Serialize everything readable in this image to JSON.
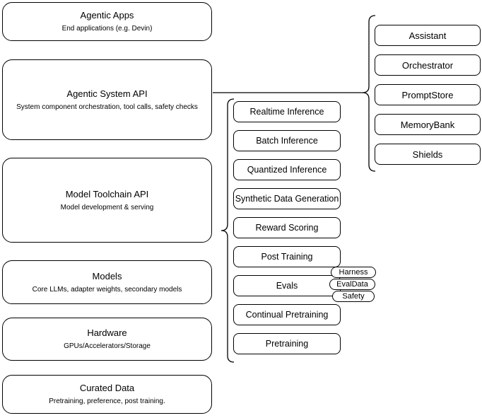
{
  "diagram": {
    "colors": {
      "stroke": "#000000",
      "background": "#ffffff"
    },
    "left_stack": [
      {
        "title": "Agentic Apps",
        "subtitle": "End applications (e.g. Devin)"
      },
      {
        "title": "Agentic System API",
        "subtitle": "System component orchestration, tool calls, safety checks"
      },
      {
        "title": "Model Toolchain API",
        "subtitle": "Model development & serving"
      },
      {
        "title": "Models",
        "subtitle": "Core LLMs, adapter weights, secondary models"
      },
      {
        "title": "Hardware",
        "subtitle": "GPUs/Accelerators/Storage"
      },
      {
        "title": "Curated Data",
        "subtitle": "Pretraining, preference, post training."
      }
    ],
    "toolchain_items": [
      "Realtime Inference",
      "Batch Inference",
      "Quantized Inference",
      "Synthetic Data Generation",
      "Reward Scoring",
      "Post Training",
      "Evals",
      "Continual Pretraining",
      "Pretraining"
    ],
    "evals_tags": [
      "Harness",
      "EvalData",
      "Safety"
    ],
    "system_components": [
      "Assistant",
      "Orchestrator",
      "PromptStore",
      "MemoryBank",
      "Shields"
    ]
  }
}
